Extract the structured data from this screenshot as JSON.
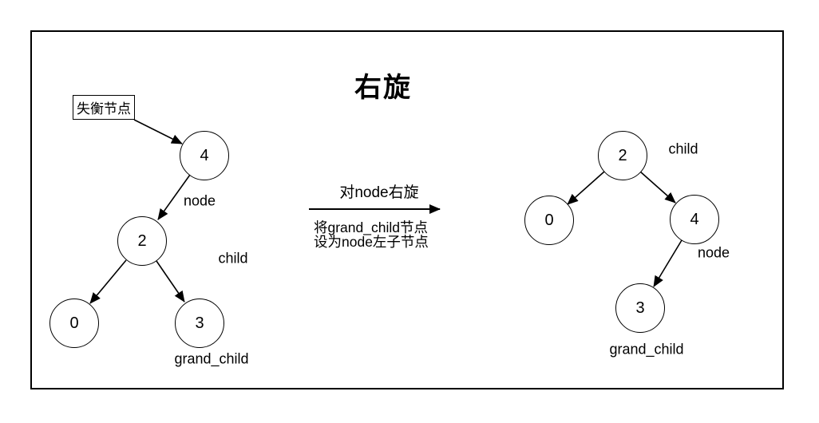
{
  "title": "右旋",
  "colors": {
    "ink": "#000000",
    "background": "#ffffff"
  },
  "annotation": {
    "label": "失衡节点"
  },
  "left_tree": {
    "nodes": [
      {
        "role": "unbalanced-node",
        "value": "4"
      },
      {
        "role": "child",
        "value": "2"
      },
      {
        "role": "left-leaf",
        "value": "0"
      },
      {
        "role": "grand-child",
        "value": "3"
      }
    ],
    "labels": {
      "node": "node",
      "child": "child",
      "grand_child": "grand_child"
    }
  },
  "transition": {
    "caption_top": "对node右旋",
    "caption_bottom_line1": "将grand_child节点",
    "caption_bottom_line2": "设为node左子节点"
  },
  "right_tree": {
    "nodes": [
      {
        "role": "child",
        "value": "2"
      },
      {
        "role": "left-leaf",
        "value": "0"
      },
      {
        "role": "node",
        "value": "4"
      },
      {
        "role": "grand-child",
        "value": "3"
      }
    ],
    "labels": {
      "child": "child",
      "node": "node",
      "grand_child": "grand_child"
    }
  }
}
